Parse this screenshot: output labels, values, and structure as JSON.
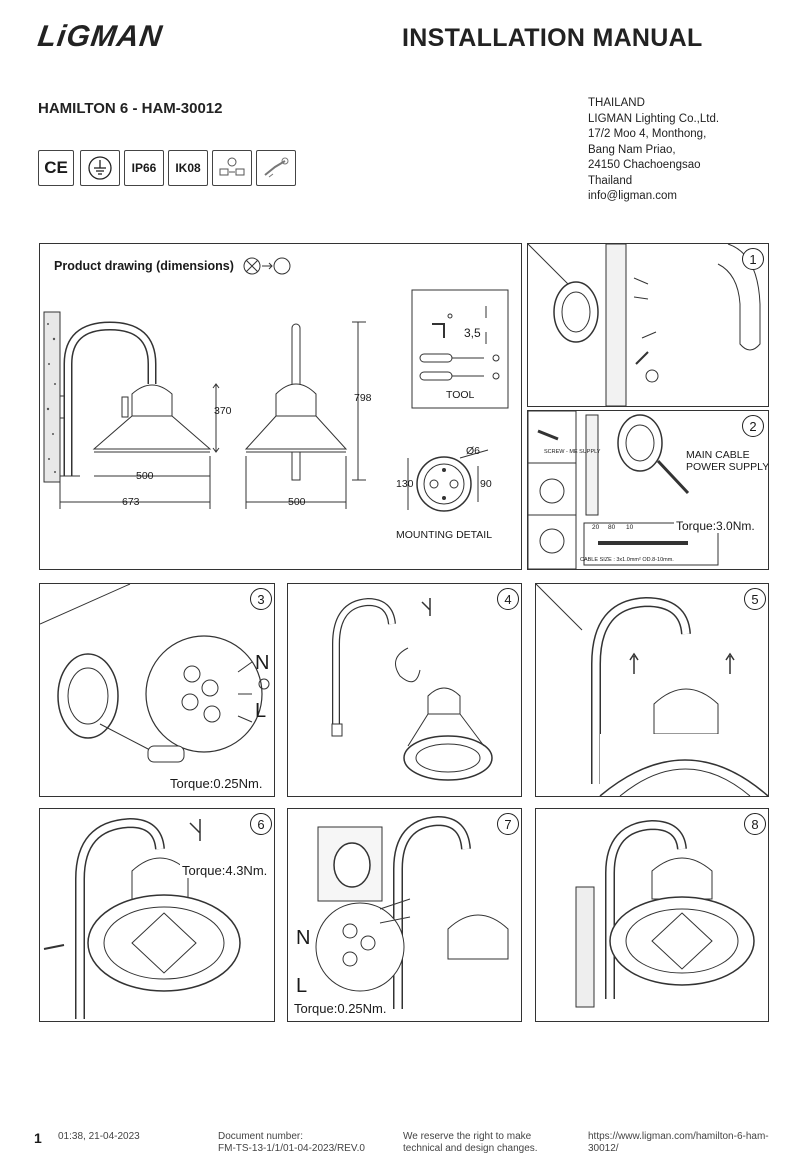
{
  "header": {
    "logo": "LiGMAN",
    "title": "INSTALLATION MANUAL",
    "model": "HAMILTON 6 - HAM-30012"
  },
  "address": {
    "lines": [
      "THAILAND",
      "LIGMAN Lighting Co.,Ltd.",
      "17/2 Moo 4, Monthong,",
      "Bang Nam Priao,",
      "24150 Chachoengsao",
      "Thailand",
      "info@ligman.com"
    ]
  },
  "certifications": {
    "ce": "CE",
    "ip": "IP66",
    "ik": "IK08",
    "icons": [
      "ce-mark-icon",
      "earth-ground-icon",
      "ip66-badge",
      "ik08-badge",
      "driver-icon",
      "tool-icon"
    ]
  },
  "product_drawing": {
    "heading": "Product drawing (dimensions)",
    "dim_height_lamp": "370",
    "dim_diameter_side": "500",
    "dim_projection": "673",
    "dim_height_total": "798",
    "dim_diameter_front": "500",
    "tool_size": "3,5",
    "tool_label": "TOOL",
    "mount_hole": "Ø6",
    "mount_left": "130",
    "mount_right": "90",
    "mount_label": "MOUNTING DETAIL"
  },
  "steps": [
    {
      "number": "1"
    },
    {
      "number": "2",
      "main_cable": "MAIN CABLE",
      "power_supply": "POWER SUPPLY",
      "torque": "Torque:3.0Nm.",
      "screw_label": "SCREW - ME SUPPLY",
      "cable_size": "CABLE SIZE : 3x1.0mm²   OD.8-10mm.",
      "strip_20": "20",
      "strip_80": "80",
      "strip_10": "10"
    },
    {
      "number": "3",
      "n": "N",
      "l": "L",
      "torque": "Torque:0.25Nm."
    },
    {
      "number": "4"
    },
    {
      "number": "5"
    },
    {
      "number": "6",
      "torque": "Torque:4.3Nm."
    },
    {
      "number": "7",
      "n": "N",
      "l": "L",
      "torque": "Torque:0.25Nm."
    },
    {
      "number": "8"
    }
  ],
  "footer": {
    "page": "1",
    "timestamp": "01:38, 21-04-2023",
    "doc_label": "Document number:",
    "doc_number": "FM-TS-13-1/1/01-04-2023/REV.0",
    "reserve_1": "We reserve the right to make",
    "reserve_2": "technical and design changes.",
    "url_1": "https://www.ligman.com/hamilton-6-ham-",
    "url_2": "30012/"
  },
  "colors": {
    "ink": "#1a1a1a",
    "line": "#333333",
    "paper": "#ffffff"
  }
}
